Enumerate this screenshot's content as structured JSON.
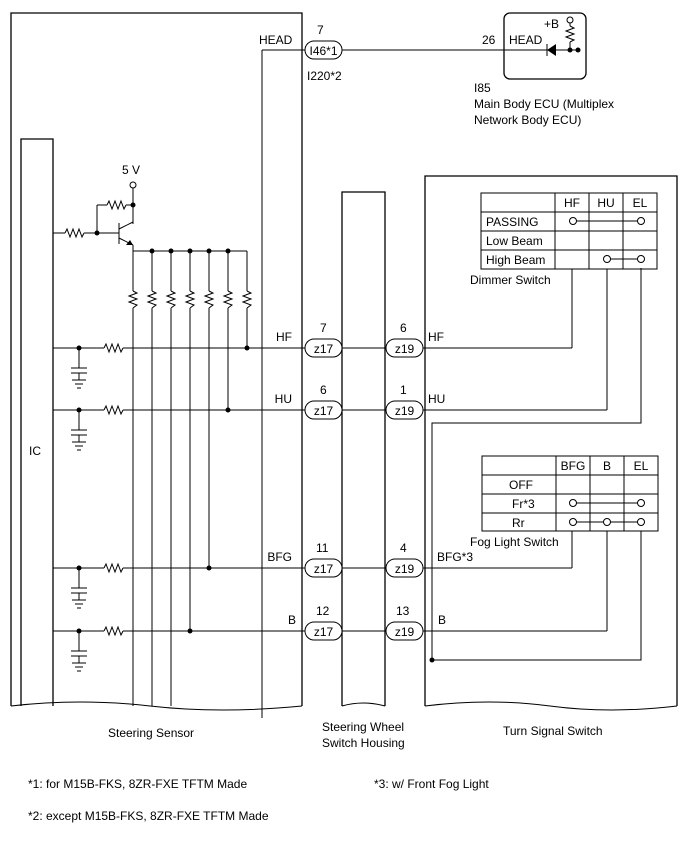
{
  "ecu": {
    "head_label": "HEAD",
    "pin": "26",
    "supply": "+B",
    "code": "I85",
    "name_line1": "Main Body ECU (Multiplex",
    "name_line2": "Network Body ECU)"
  },
  "head_wire": {
    "label": "HEAD",
    "pin": "7",
    "connector": "I46*1",
    "alt_connector": "I220*2"
  },
  "steering_sensor": {
    "ic_label": "IC",
    "supply_label": "5 V",
    "title": "Steering Sensor"
  },
  "housing": {
    "title_line1": "Steering Wheel",
    "title_line2": "Switch Housing"
  },
  "turn_signal_switch": {
    "title": "Turn Signal Switch"
  },
  "signal_rows": [
    {
      "left_label": "HF",
      "pin_a": "7",
      "conn_a": "z17",
      "pin_b": "6",
      "conn_b": "z19",
      "right_label": "HF"
    },
    {
      "left_label": "HU",
      "pin_a": "6",
      "conn_a": "z17",
      "pin_b": "1",
      "conn_b": "z19",
      "right_label": "HU"
    },
    {
      "left_label": "BFG",
      "pin_a": "11",
      "conn_a": "z17",
      "pin_b": "4",
      "conn_b": "z19",
      "right_label": "BFG*3"
    },
    {
      "left_label": "B",
      "pin_a": "12",
      "conn_a": "z17",
      "pin_b": "13",
      "conn_b": "z19",
      "right_label": "B"
    }
  ],
  "dimmer_switch": {
    "title": "Dimmer Switch",
    "columns": [
      "HF",
      "HU",
      "EL"
    ],
    "rows": [
      "PASSING",
      "Low Beam",
      "High Beam"
    ]
  },
  "fog_light_switch": {
    "title": "Fog Light Switch",
    "columns": [
      "BFG",
      "B",
      "EL"
    ],
    "rows": [
      "OFF",
      "Fr*3",
      "Rr"
    ]
  },
  "footnotes": {
    "note1": "*1: for M15B-FKS, 8ZR-FXE TFTM Made",
    "note2": "*2: except M15B-FKS, 8ZR-FXE TFTM Made",
    "note3": "*3: w/ Front Fog Light"
  }
}
